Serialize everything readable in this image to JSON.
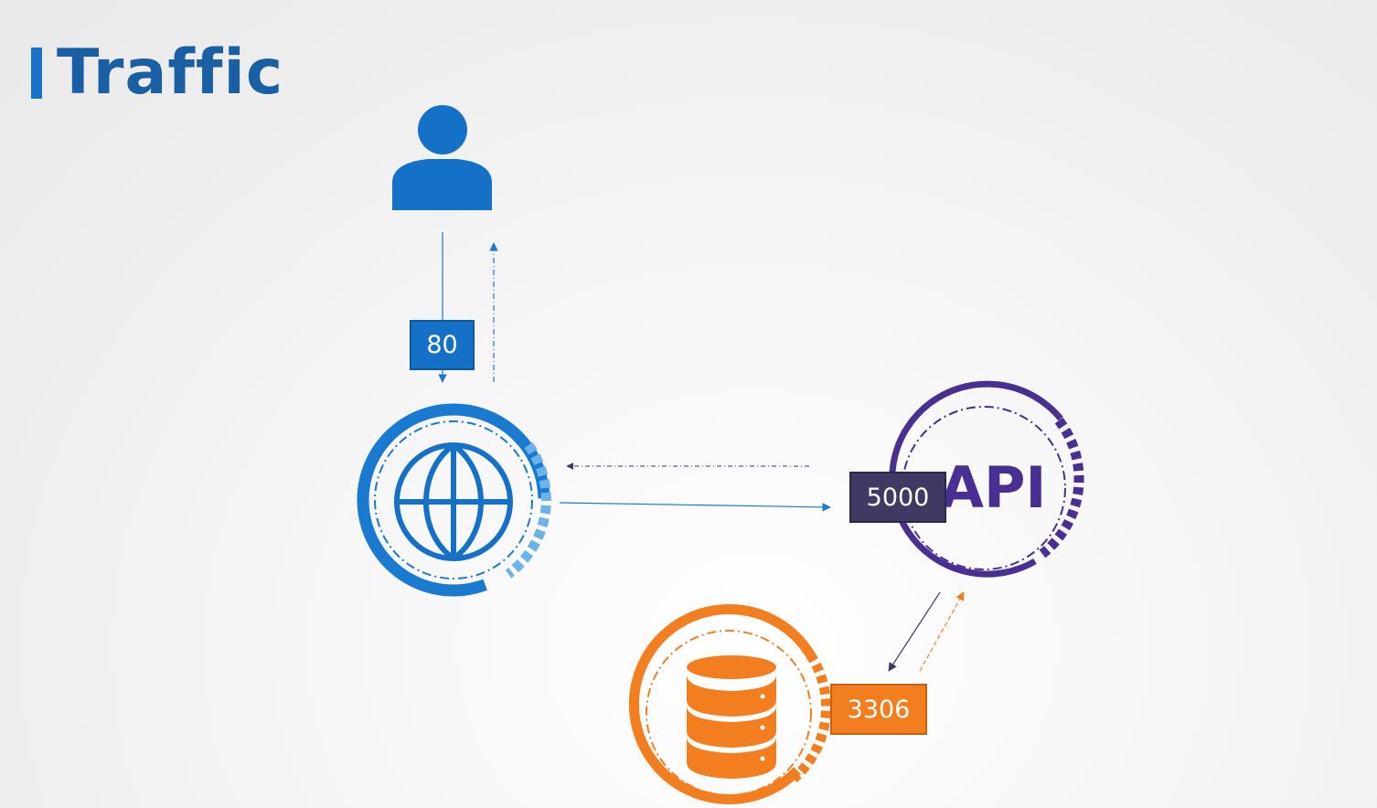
{
  "slide": {
    "title": "Traffic"
  },
  "ports": {
    "web": "80",
    "api": "5000",
    "db": "3306"
  },
  "nodes": {
    "api_label": "API"
  },
  "icons": {
    "user": "person-icon",
    "web": "globe-icon",
    "db": "database-icon"
  },
  "colors": {
    "title": "#1a5fa3",
    "web_blue": "#1a7ad0",
    "api_purple": "#4a2f93",
    "db_orange": "#f37e20",
    "port_api_bg": "#3e3a64"
  }
}
